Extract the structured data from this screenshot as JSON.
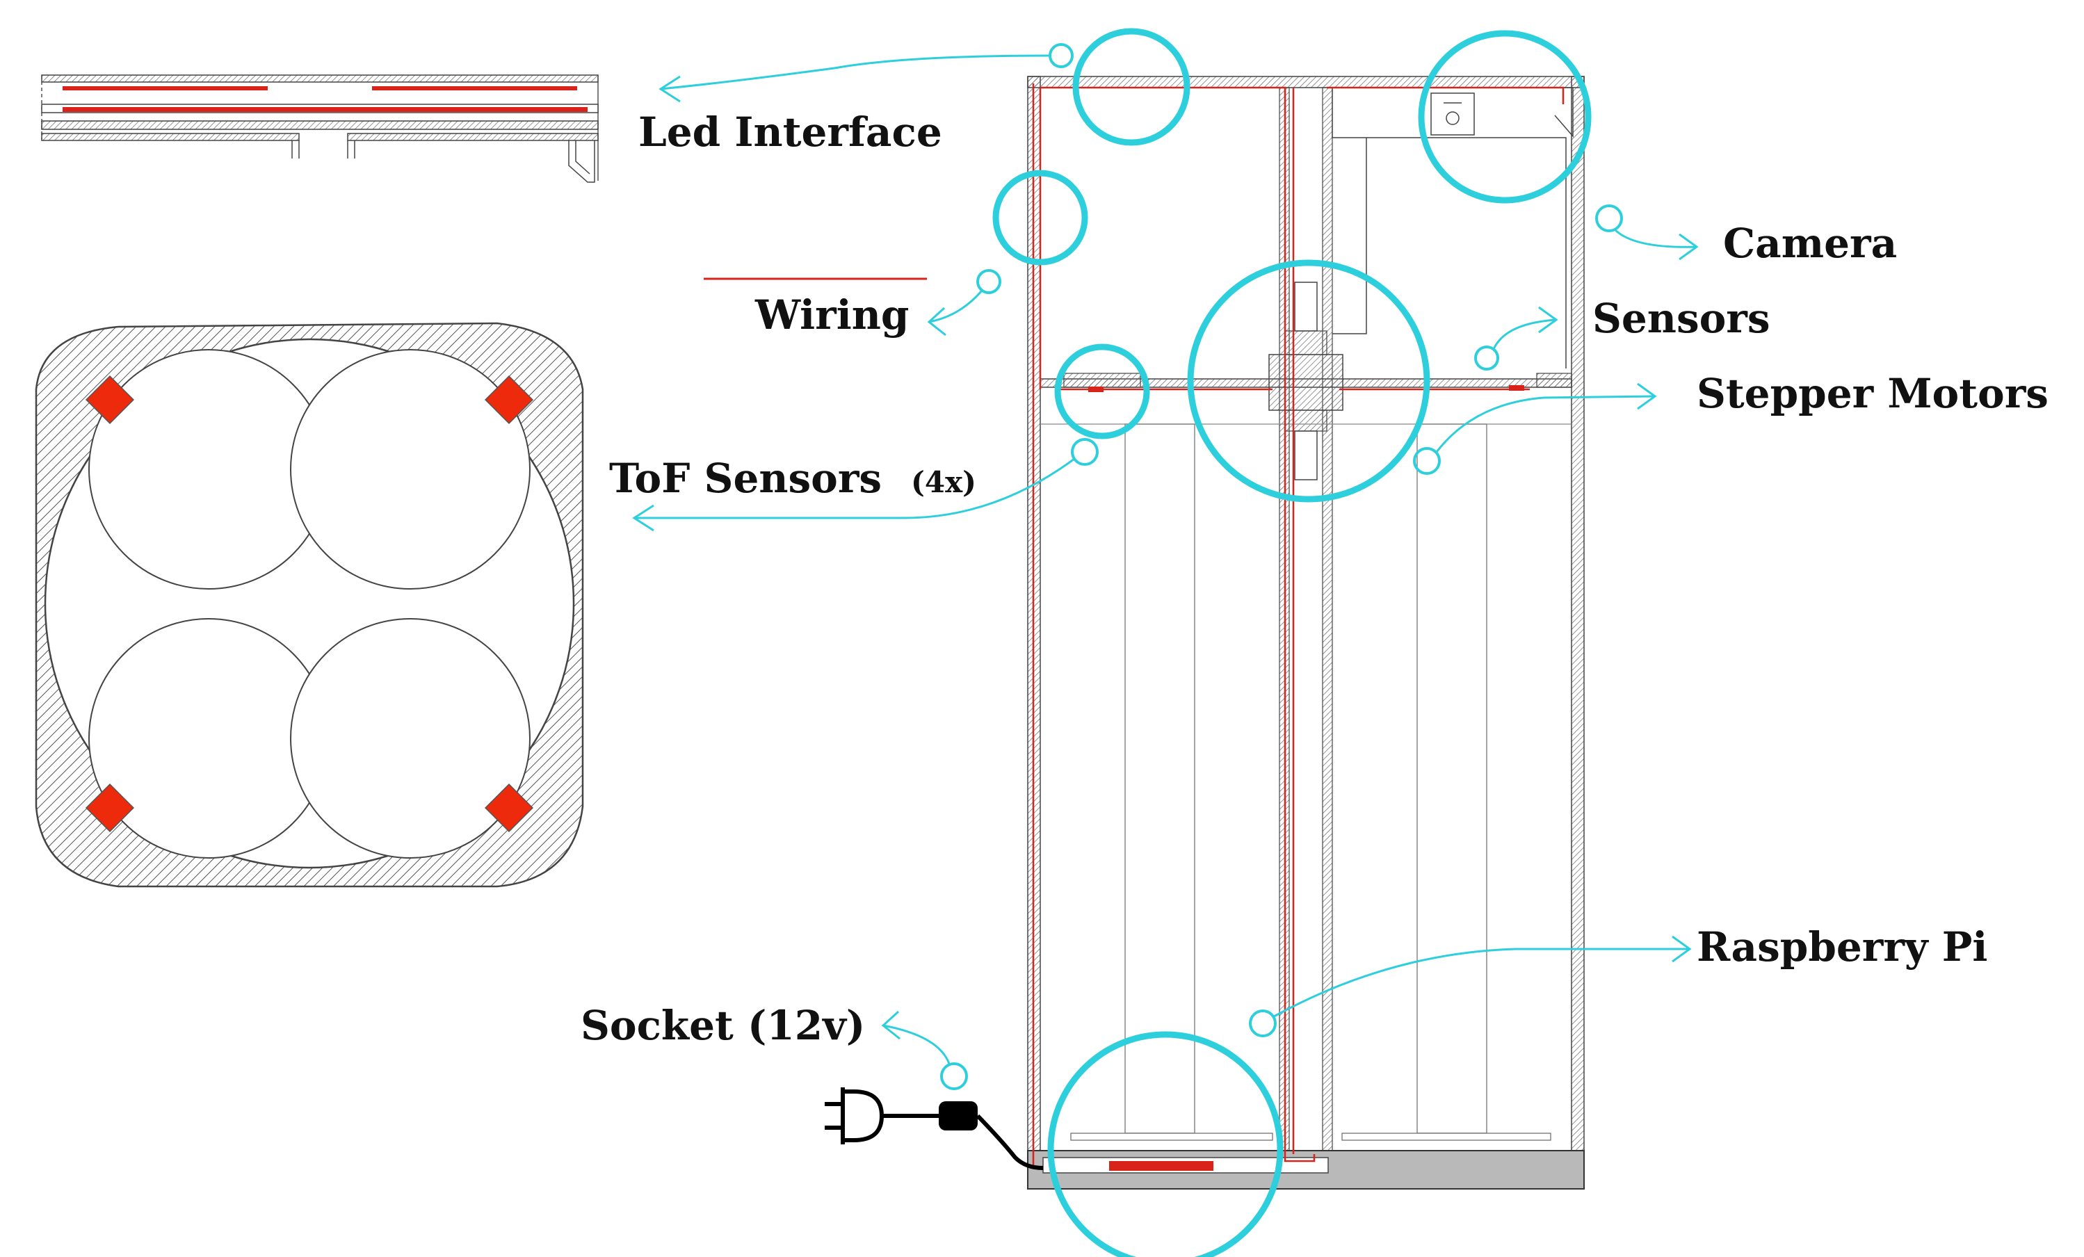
{
  "labels": {
    "led_interface": "Led Interface",
    "camera": "Camera",
    "wiring": "Wiring",
    "sensors": "Sensors",
    "stepper_motors": "Stepper Motors",
    "tof_sensors": "ToF Sensors",
    "tof_count": "(4x)",
    "raspberry_pi": "Raspberry Pi",
    "socket": "Socket (12v)"
  },
  "colors": {
    "callout": "#2ecfdc",
    "wire": "#d8231a",
    "sensor": "#ee2a0c",
    "outline": "#333333",
    "plug": "#000000"
  },
  "icons": {
    "plug": "power-plug-icon"
  }
}
